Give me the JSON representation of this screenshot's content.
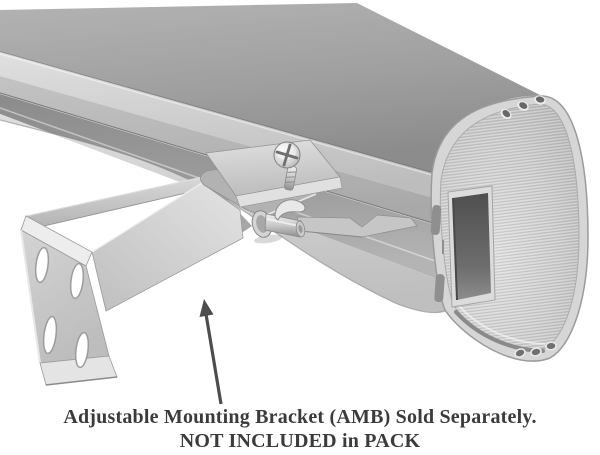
{
  "caption": {
    "line1": "Adjustable Mounting Bracket (AMB) Sold Separately.",
    "line2": "NOT INCLUDED in PACK",
    "text_color": "#3b3b3b"
  },
  "annotation_arrow": {
    "color": "#4d4d4d",
    "direction": "pointing-up-to-bracket-arm"
  },
  "palette": {
    "background": "#ffffff",
    "rail_top_surface": "#9e9e9e",
    "rail_side_highlight": "#d8d8d8",
    "rail_groove_channel": "#949494",
    "end_cap_face": "#cdcdcd",
    "end_cap_cavity_dark": "#565656",
    "bracket_metal": "#cccccc",
    "hardware_metal": "#e8e8e8",
    "edge_outline": "#9a9a9a"
  }
}
